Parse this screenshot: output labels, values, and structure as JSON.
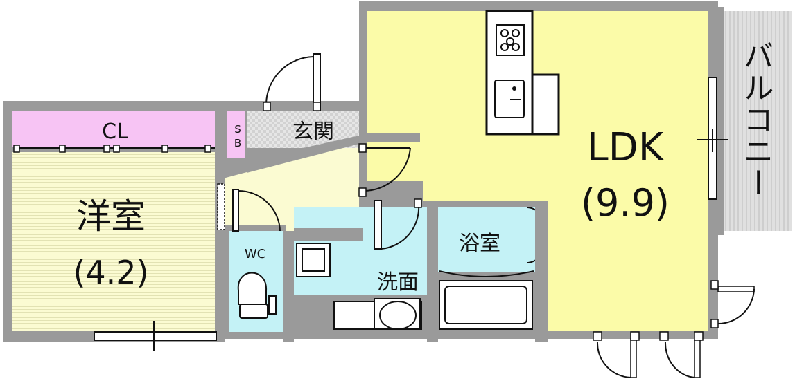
{
  "rooms": {
    "western_name": "洋室",
    "western_size": "(4.2)",
    "closet": "CL",
    "shoe_box_top": "S",
    "shoe_box_bottom": "B",
    "entrance": "玄関",
    "toilet": "WC",
    "washroom": "洗面",
    "bathroom": "浴室",
    "ldk_name": "LDK",
    "ldk_size": "(9.9)",
    "balcony": "バルコニー"
  },
  "colors": {
    "wall": "#9a9a9a",
    "western_floor": "#fbfbd2",
    "ldk_floor": "#fbfba8",
    "closet": "#f7c4f4",
    "wet_area": "#c4f2f6",
    "balcony": "#e0e0e0",
    "tile": "#e6e6e6"
  }
}
